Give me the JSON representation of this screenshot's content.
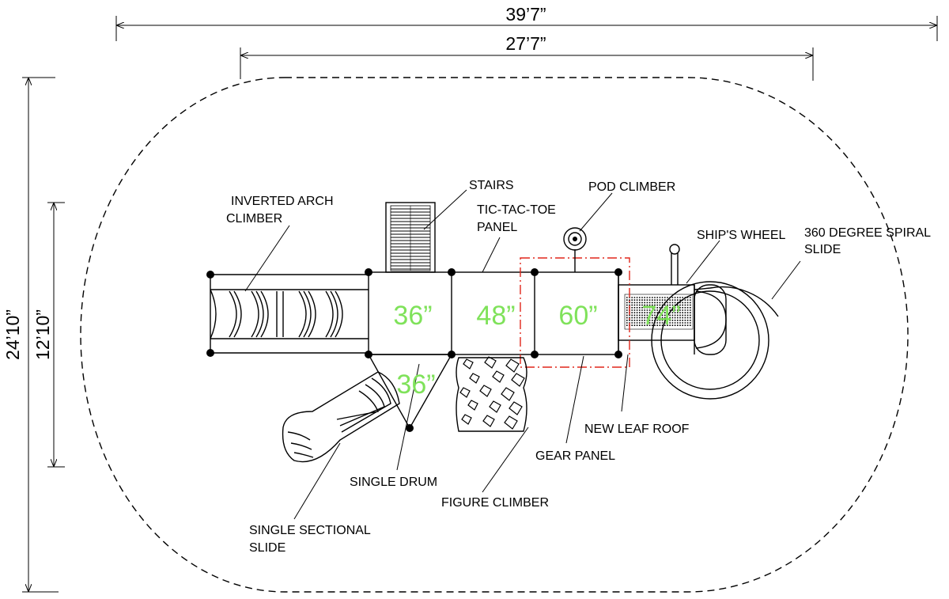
{
  "dimensions": {
    "overall_width": "39’7”",
    "structure_width": "27’7”",
    "overall_depth": "24’10”",
    "structure_depth": "12’10”"
  },
  "decks": {
    "d1": "36”",
    "d2": "48”",
    "d3": "60”",
    "d4": "74”",
    "d5": "36”"
  },
  "labels": {
    "stairs": "STAIRS",
    "pod_climber": "POD CLIMBER",
    "inverted_arch_1": "INVERTED ARCH",
    "inverted_arch_2": "CLIMBER",
    "tic_tac_toe_1": "TIC-TAC-TOE",
    "tic_tac_toe_2": "PANEL",
    "ships_wheel": "SHIP'S WHEEL",
    "spiral_1": "360 DEGREE SPIRAL",
    "spiral_2": "SLIDE",
    "new_leaf_roof": "NEW LEAF ROOF",
    "gear_panel": "GEAR PANEL",
    "single_drum": "SINGLE DRUM",
    "figure_climber": "FIGURE CLIMBER",
    "single_sectional_1": "SINGLE SECTIONAL",
    "single_sectional_2": "SLIDE"
  },
  "colors": {
    "deck_height_text": "#7fe25a",
    "roof_outline": "#e0261b",
    "line": "#000000"
  }
}
